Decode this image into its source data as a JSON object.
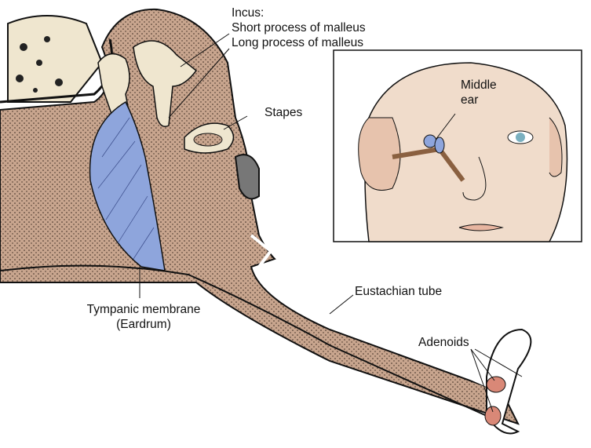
{
  "labels": {
    "incus": "Incus:",
    "short_process": "Short process of malleus",
    "long_process": "Long process of malleus",
    "stapes": "Stapes",
    "middle_ear_1": "Middle",
    "middle_ear_2": "ear",
    "tympanic_1": "Tympanic membrane",
    "tympanic_2": "(Eardrum)",
    "eustachian": "Eustachian tube",
    "adenoids": "Adenoids"
  },
  "colors": {
    "tissue": "#c8a58e",
    "membrane": "#8ea5dc",
    "bone": "#efe6cf",
    "adenoid": "#d98877",
    "skin": "#f0dccb"
  }
}
